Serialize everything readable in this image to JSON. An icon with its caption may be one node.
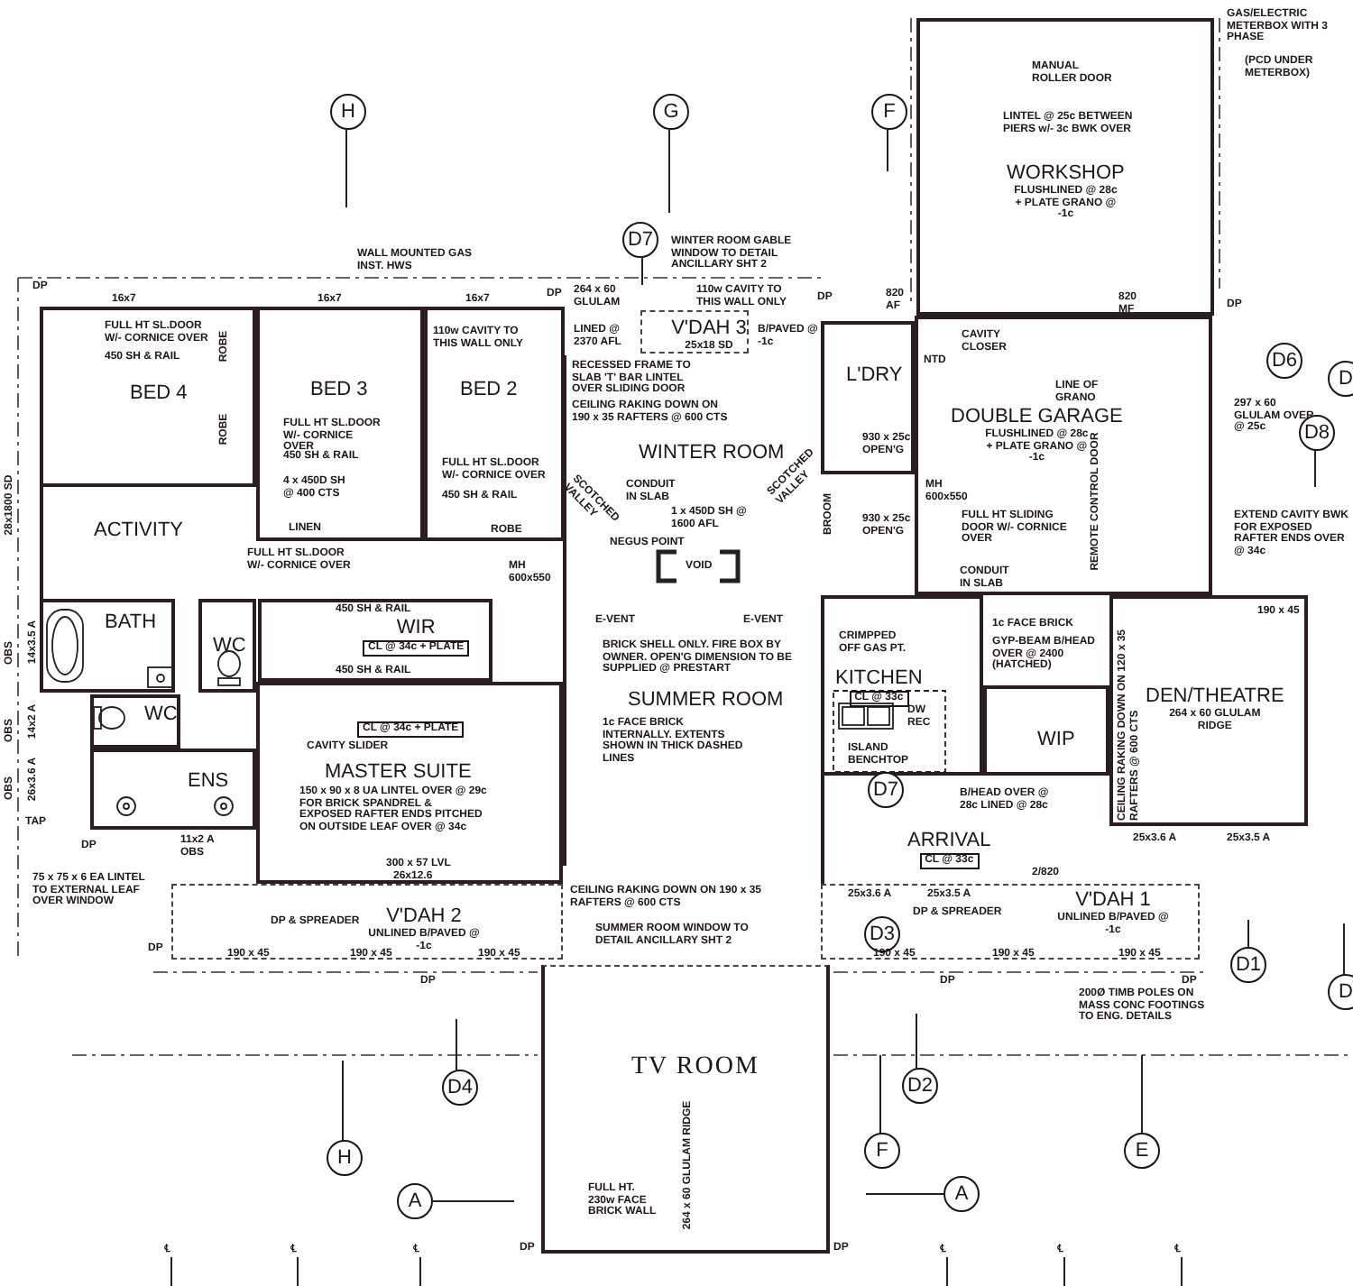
{
  "diagram": {
    "nodes": [
      {
        "text": [
          "BED 4"
        ],
        "beside": [
          "16x7"
        ]
      },
      {
        "text": [
          "BED 3"
        ],
        "beside": [
          "16x7"
        ]
      },
      {
        "text": [
          "BED 2"
        ],
        "beside": [
          "16x7"
        ]
      },
      {
        "text": [
          "ACTIVITY"
        ]
      },
      {
        "text": [
          "WINTER ROOM"
        ]
      },
      {
        "text": [
          "V'DAH 3",
          "25x18 SD"
        ]
      },
      {
        "text": [
          "WORKSHOP",
          "FLUSHLINED @ 28c + PLATE GRANO @ -1c"
        ]
      },
      {
        "text": [
          "L'DRY"
        ]
      },
      {
        "text": [
          "DOUBLE GARAGE",
          "FLUSHLINED @ 28c + PLATE GRANO @ -1c"
        ]
      },
      {
        "text": [
          "BATH"
        ]
      },
      {
        "text": [
          "WC"
        ]
      },
      {
        "text": [
          "WIR",
          "CL @ 34c + PLATE"
        ]
      },
      {
        "text": [
          "SUMMER ROOM"
        ]
      },
      {
        "text": [
          "KITCHEN",
          "CL @ 33c"
        ]
      },
      {
        "text": [
          "WIP"
        ]
      },
      {
        "text": [
          "DEN/THEATRE",
          "264 x 60 GLULAM RIDGE"
        ]
      },
      {
        "text": [
          "WC"
        ]
      },
      {
        "text": [
          "ENS"
        ]
      },
      {
        "text": [
          "MASTER SUITE"
        ]
      },
      {
        "text": [
          "ARRIVAL",
          "CL @ 33c"
        ]
      },
      {
        "text": [
          "V'DAH 2",
          "UNLINED B/PAVED @ -1c"
        ]
      },
      {
        "text": [
          "V'DAH 1",
          "UNLINED B/PAVED @ -1c"
        ]
      },
      {
        "text": [
          "TV ROOM"
        ]
      }
    ],
    "labels": [
      "GAS/ELECTRIC METERBOX WITH 3 PHASE",
      "(PCD UNDER METERBOX)",
      "H",
      "G",
      "F",
      "MANUAL ROLLER DOOR",
      "LINTEL @ 25c BETWEEN PIERS w/- 3c BWK OVER",
      "D7",
      "WALL MOUNTED GAS INST. HWS",
      "WINTER ROOM GABLE WINDOW TO DETAIL ANCILLARY SHT 2",
      "DP",
      "DP",
      "264 x 60 GLULAM",
      "110w CAVITY TO THIS WALL ONLY",
      "DP",
      "820 AF",
      "820 MF",
      "DP",
      "FULL HT SL.DOOR W/- CORNICE OVER",
      "110w CAVITY TO THIS WALL ONLY",
      "LINED @ 2370 AFL",
      "B/PAVED @ -1c",
      "CAVITY CLOSER",
      "D6",
      "D",
      "450 SH & RAIL",
      "NTD",
      "RECESSED FRAME TO SLAB 'T' BAR LINTEL OVER SLIDING DOOR",
      "LINE OF GRANO",
      "CEILING RAKING DOWN ON 190 x 35 RAFTERS @ 600 CTS",
      "297 x 60 GLULAM OVER @ 25c",
      "D8",
      "SCOTCHED VALLEY",
      "SCOTCHED VALLEY",
      "FULL HT SL.DOOR W/- CORNICE OVER",
      "930 x 25c OPEN'G",
      "450 SH & RAIL",
      "FULL HT SL.DOOR W/- CORNICE OVER",
      "4 x 450D SH @ 400 CTS",
      "CONDUIT IN SLAB",
      "MH 600x550",
      "450 SH & RAIL",
      "1 x 450D SH @ 1600 AFL",
      "BROOM",
      "REMOTE CONTROL DOOR",
      "FULL HT SLIDING DOOR W/- CORNICE OVER",
      "930 x 25c OPEN'G",
      "EXTEND CAVITY BWK FOR EXPOSED RAFTER ENDS OVER @ 34c",
      "28x1800 SD",
      "LINEN",
      "ROBE",
      "ROBE",
      "ROBE",
      "NEGUS POINT",
      "FULL HT SL.DOOR W/- CORNICE OVER",
      "MH 600x550",
      "VOID",
      "CONDUIT IN SLAB",
      "450 SH & RAIL",
      "E-VENT",
      "E-VENT",
      "CRIMPPED OFF GAS PT.",
      "1c FACE BRICK",
      "190 x 45",
      "BRICK SHELL ONLY. FIRE BOX BY OWNER. OPEN'G DIMENSION TO BE SUPPLIED @ PRESTART",
      "GYP-BEAM B/HEAD OVER @ 2400 (HATCHED)",
      "450 SH & RAIL",
      "CEILING RAKING DOWN ON 120 x 35 RAFTERS @ 600 CTS",
      "1c FACE BRICK INTERNALLY. EXTENTS SHOWN IN THICK DASHED LINES",
      "DW REC",
      "ISLAND BENCHTOP",
      "CL @ 34c + PLATE",
      "CAVITY SLIDER",
      "TAP",
      "DP",
      "150 x 90 x 8 UA LINTEL OVER @ 29c FOR BRICK SPANDREL & EXPOSED RAFTER ENDS PITCHED ON OUTSIDE LEAF OVER @ 34c",
      "B/HEAD OVER @ 28c LINED @ 28c",
      "D7",
      "11x2 A OBS",
      "25x3.6 A",
      "25x3.5 A",
      "300 x 57 LVL",
      "75 x 75 x 6 EA LINTEL TO EXTERNAL LEAF OVER WINDOW",
      "26x12.6",
      "25x3.6 A",
      "25x3.5 A",
      "2/820",
      "CEILING RAKING DOWN ON 190 x 35 RAFTERS @ 600 CTS",
      "DP & SPREADER",
      "DP & SPREADER",
      "SUMMER ROOM WINDOW TO DETAIL ANCILLARY SHT 2",
      "D3",
      "DP",
      "190 x 45",
      "190 x 45",
      "190 x 45",
      "DP",
      "190 x 45",
      "190 x 45",
      "190 x 45",
      "DP",
      "DP",
      "200Ø TIMB POLES ON MASS CONC FOOTINGS TO ENG. DETAILS",
      "D1",
      "D",
      "D4",
      "D2",
      "H",
      "F",
      "E",
      "A",
      "A",
      "FULL HT. 230w FACE BRICK WALL",
      "264 x 60 GLULAM RIDGE",
      "DP",
      "DP",
      "OBS",
      "14x3.5 A",
      "OBS",
      "14x2 A",
      "OBS",
      "26x3.6 A",
      "℄",
      "℄",
      "℄",
      "℄",
      "℄",
      "℄"
    ]
  }
}
